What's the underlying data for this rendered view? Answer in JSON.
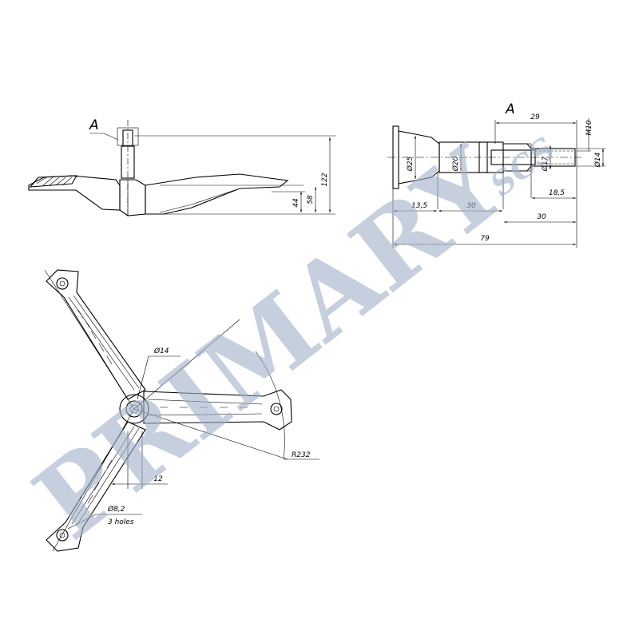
{
  "labels": {
    "view_a_left": "A",
    "view_a_right": "A"
  },
  "dimensions": {
    "height_122": "122",
    "height_58": "58",
    "height_44": "44",
    "len_29": "29",
    "dia_25": "Ø25",
    "dia_20": "Ø20",
    "dia_17": "Ø17",
    "dia_14_shaft": "Ø14",
    "thread_m10": "M10",
    "len_13_5": "13,5",
    "len_30_a": "30",
    "len_18_5": "18,5",
    "len_30_b": "30",
    "len_79": "79",
    "dia_14_hub": "Ø14",
    "radius_232": "R232",
    "len_12": "12",
    "dia_8_2": "Ø8,2",
    "holes_note": "3 holes"
  },
  "watermark": {
    "text": "PRIMARY",
    "subtext": "SCS",
    "color": "#9fb0c9"
  }
}
